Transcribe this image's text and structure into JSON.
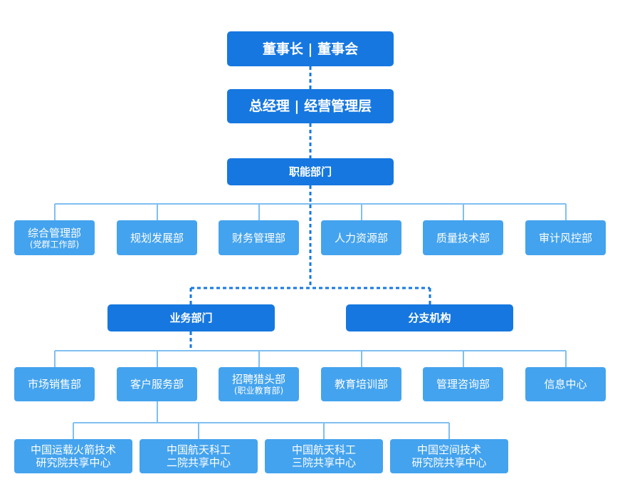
{
  "colors": {
    "primary": "#1677e0",
    "secondary": "#44a3ee",
    "solid_line": "#7fbff2",
    "dashed_line": "#1677e0"
  },
  "nodes": {
    "chairman": {
      "label": "董事长 | 董事会"
    },
    "gm": {
      "label": "总经理 | 经营管理层"
    },
    "functional": {
      "label": "职能部门"
    },
    "func_depts": [
      {
        "label": "综合管理部",
        "sub": "(党群工作部)"
      },
      {
        "label": "规划发展部"
      },
      {
        "label": "财务管理部"
      },
      {
        "label": "人力资源部"
      },
      {
        "label": "质量技术部"
      },
      {
        "label": "审计风控部"
      }
    ],
    "business": {
      "label": "业务部门"
    },
    "branch": {
      "label": "分支机构"
    },
    "biz_depts": [
      {
        "label": "市场销售部"
      },
      {
        "label": "客户服务部"
      },
      {
        "label": "招聘猎头部",
        "sub": "(职业教育部)"
      },
      {
        "label": "教育培训部"
      },
      {
        "label": "管理咨询部"
      },
      {
        "label": "信息中心"
      }
    ],
    "centers": [
      {
        "line1": "中国运载火箭技术",
        "line2": "研究院共享中心"
      },
      {
        "line1": "中国航天科工",
        "line2": "二院共享中心"
      },
      {
        "line1": "中国航天科工",
        "line2": "三院共享中心"
      },
      {
        "line1": "中国空间技术",
        "line2": "研究院共享中心"
      }
    ]
  }
}
